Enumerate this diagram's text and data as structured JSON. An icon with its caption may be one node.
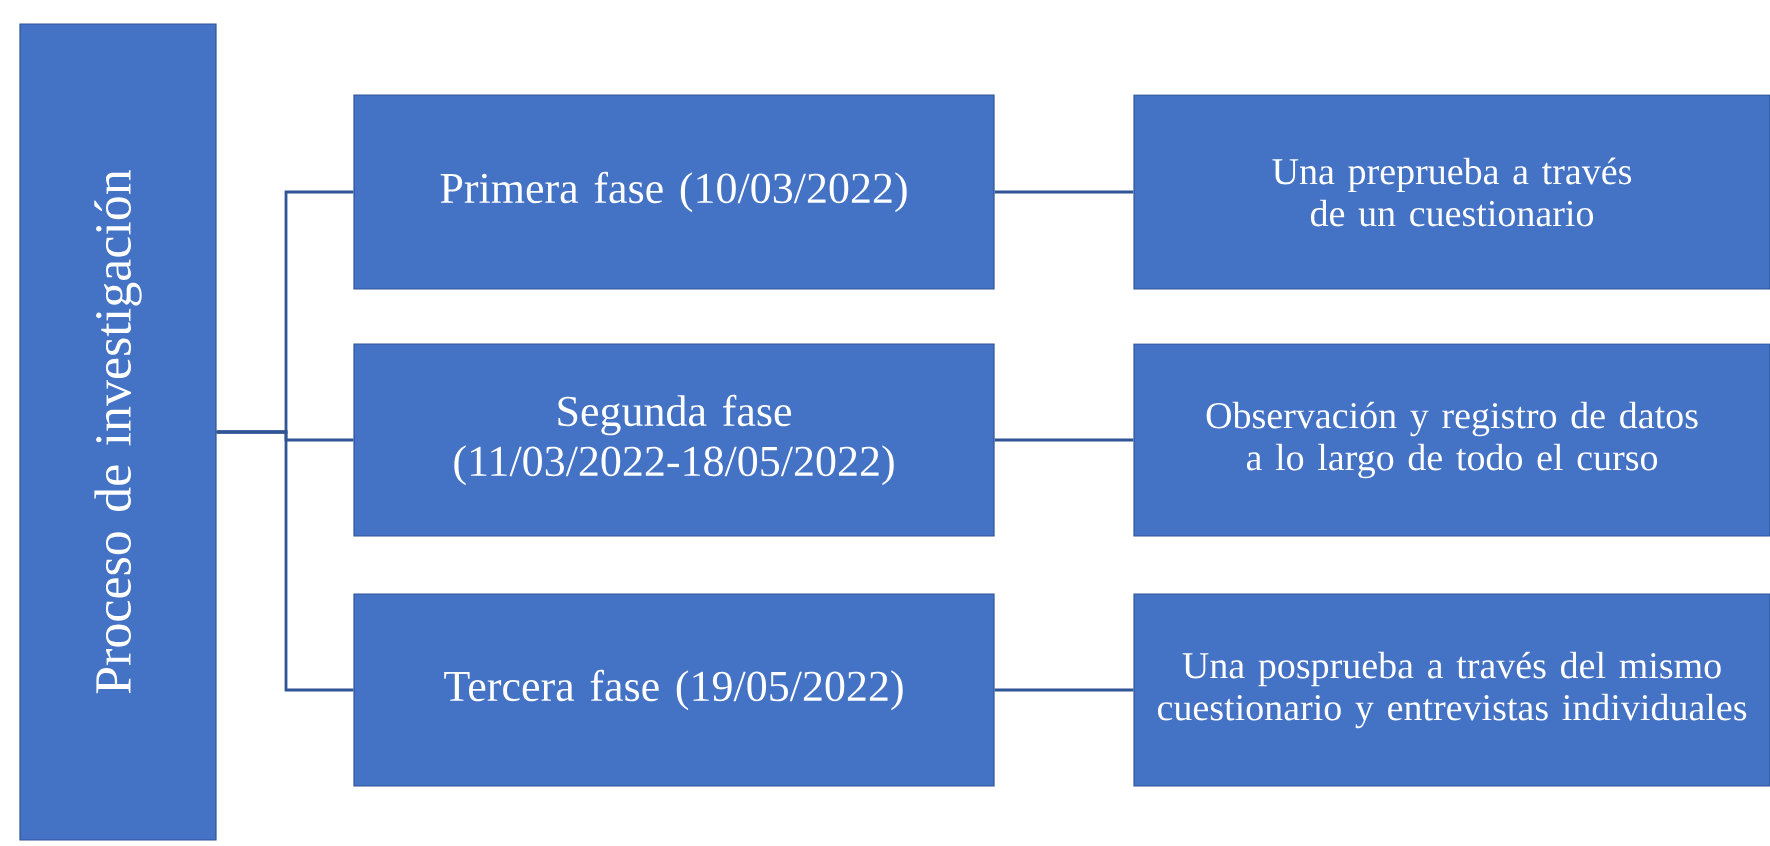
{
  "diagram": {
    "nodes": [
      {
        "text": [
          "Proceso de investigación"
        ]
      },
      {
        "text": [
          "Primera fase (10/03/2022)"
        ]
      },
      {
        "text": [
          "Segunda fase (11/03/2022-18/05/2022)"
        ]
      },
      {
        "text": [
          "Tercera fase (19/05/2022)"
        ]
      },
      {
        "text": [
          "Una preprueba a través de un cuestionario"
        ]
      },
      {
        "text": [
          "Observación y registro de datos a lo largo de todo el curso"
        ]
      },
      {
        "text": [
          "Una posprueba a través del mismo cuestionario y entrevistas individuales"
        ]
      }
    ],
    "edges": [
      {
        "from": 0,
        "to": 1,
        "arrow": "none"
      },
      {
        "from": 0,
        "to": 2,
        "arrow": "none"
      },
      {
        "from": 0,
        "to": 3,
        "arrow": "none"
      },
      {
        "from": 1,
        "to": 4,
        "arrow": "none"
      },
      {
        "from": 2,
        "to": 5,
        "arrow": "none"
      },
      {
        "from": 3,
        "to": 6,
        "arrow": "none"
      }
    ]
  }
}
